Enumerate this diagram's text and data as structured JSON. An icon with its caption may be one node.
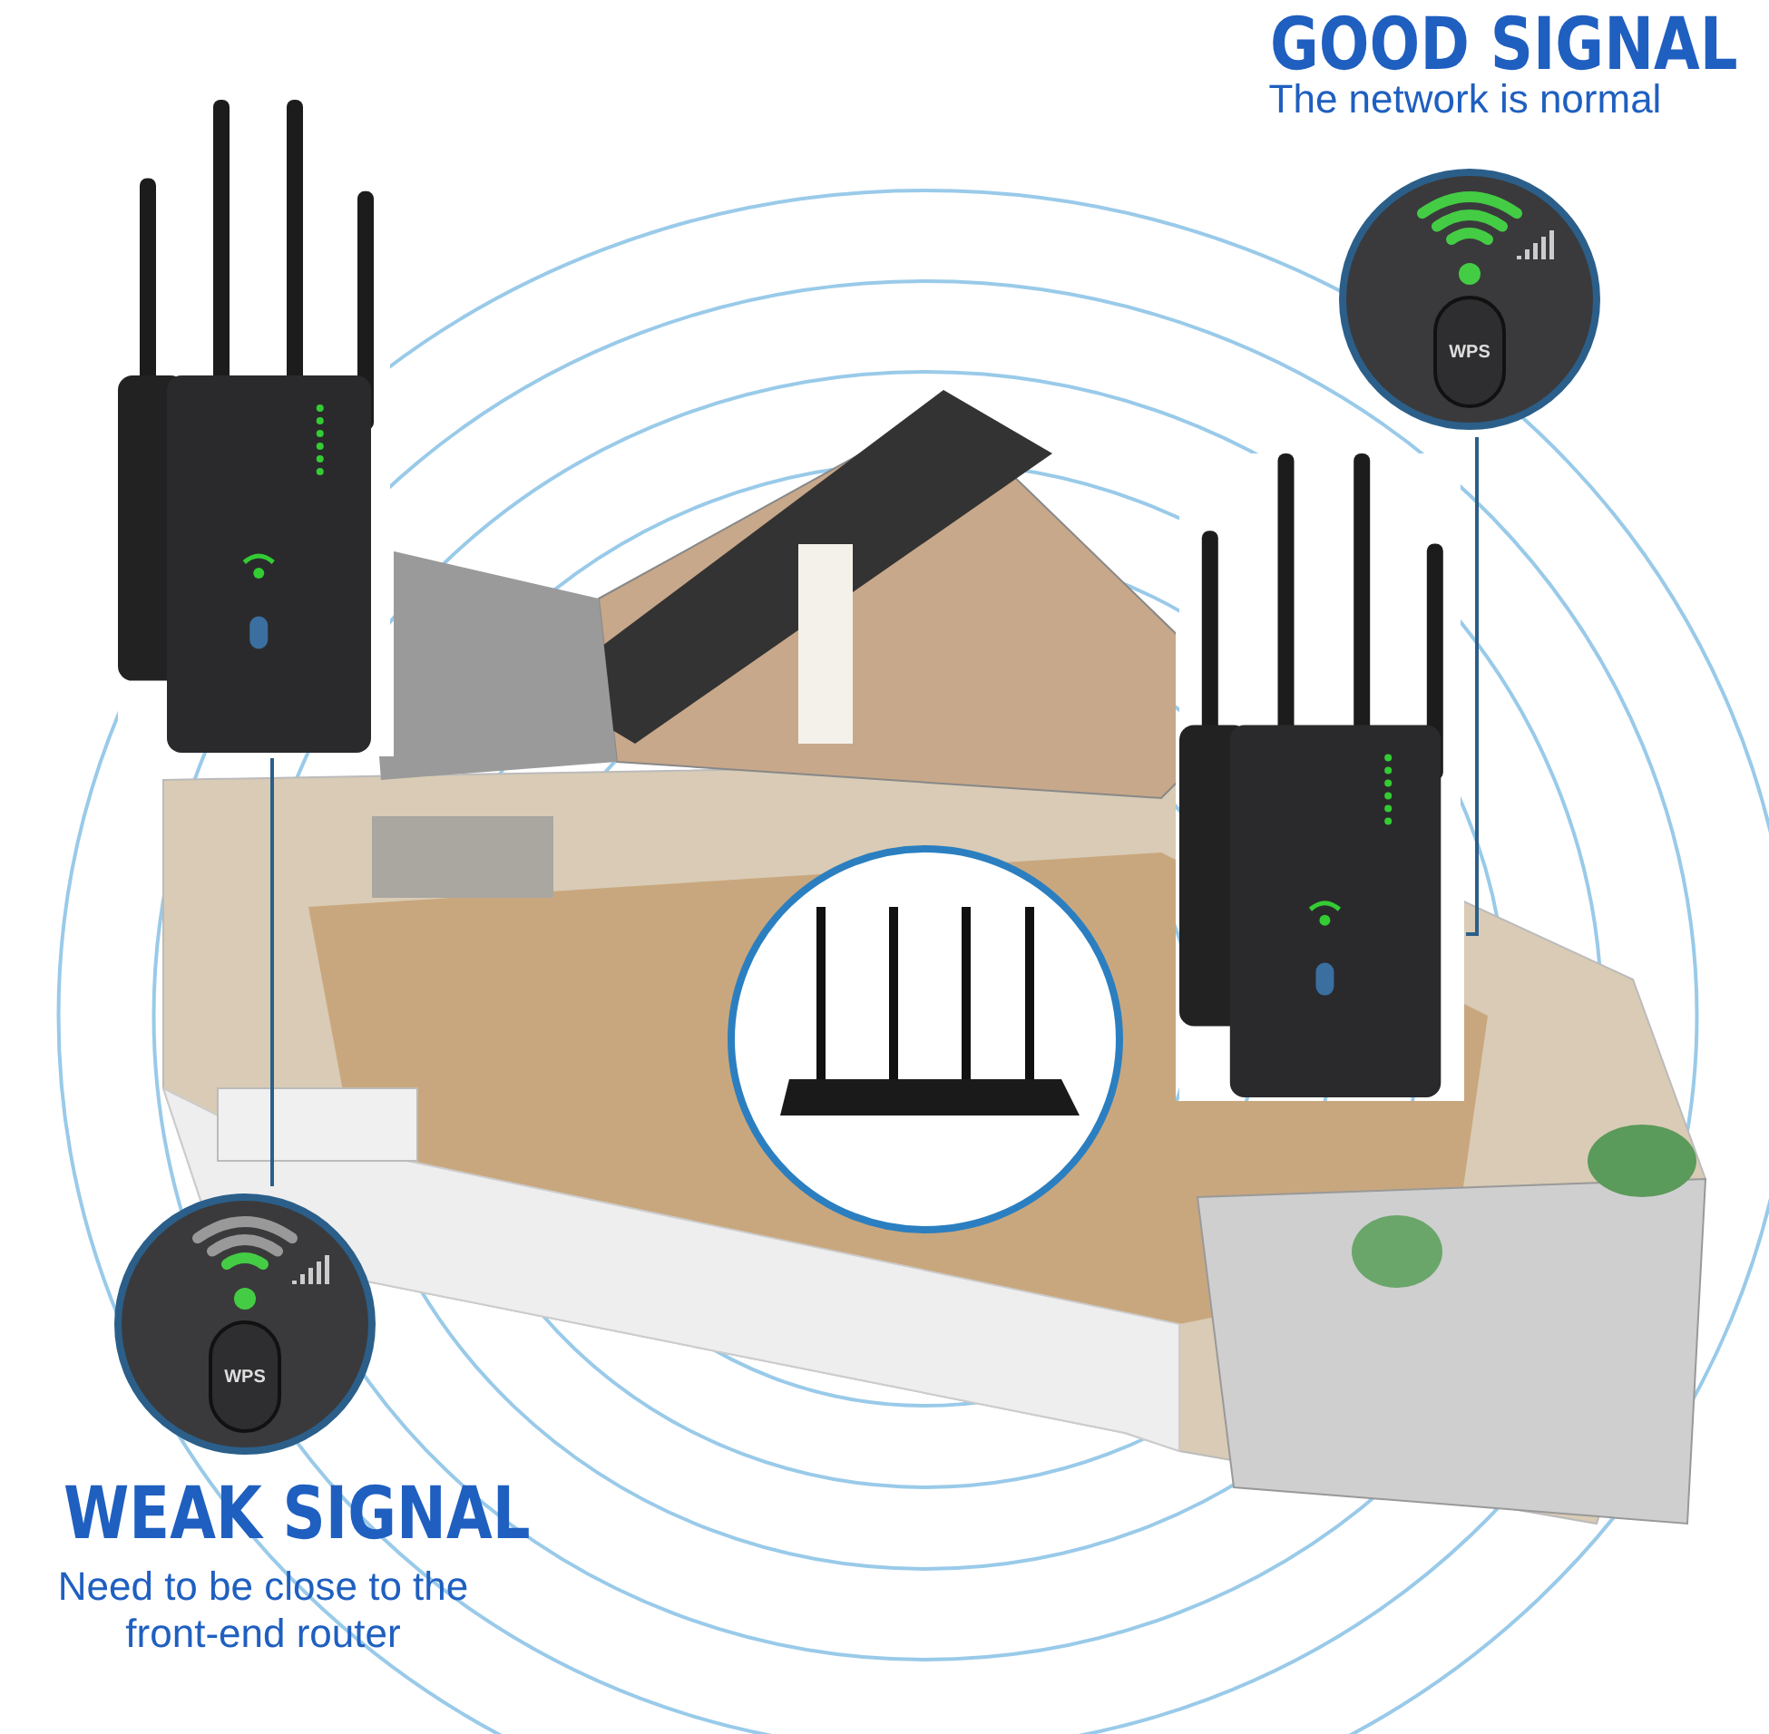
{
  "diagram": {
    "nodes": [
      {
        "text": [],
        "shape": "picture"
      },
      {
        "text": [],
        "shape": "picture"
      },
      {
        "text": [],
        "shape": "picture"
      },
      {
        "text": [
          "WPS"
        ]
      },
      {
        "text": [
          "WPS"
        ]
      }
    ],
    "edges": [
      {
        "from": 1,
        "to": 3,
        "arrow": "none"
      },
      {
        "from": 0,
        "to": 4,
        "arrow": "none"
      }
    ],
    "labels": [
      "GOOD SIGNAL",
      "The network is normal",
      "WEAK SIGNAL",
      "Need to be close to the front-end router"
    ]
  }
}
